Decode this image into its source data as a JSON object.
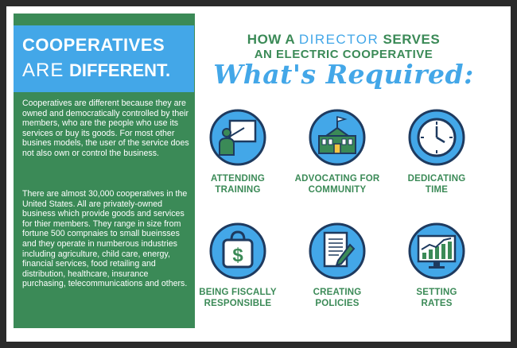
{
  "left": {
    "title_line1": "COOPERATIVES",
    "title_line2_thin": "ARE",
    "title_line2_bold": "DIFFERENT.",
    "paragraph1": "Cooperatives are different because they are owned and democratically controlled by their members, who are the people who use its services or buy its goods. For most other busines models, the user of the service does not also own or control the business.",
    "paragraph2": "There are almost 30,000 cooperatives in the United States. All are privately-owned business which provide goods and services for thier members. They range in size from fortune 500 compnaies to small bueinsses and they operate in numberous industries including agriculture, child care, energy, financial services, food retailing and distribution, healthcare, insurance purchasing, telecommunications and others."
  },
  "heading": {
    "line1_pre": "HOW A ",
    "line1_accent": "DIRECTOR",
    "line1_post": " SERVES",
    "line2": "AN ELECTRIC COOPERATIVE",
    "line3": "What's Required:"
  },
  "items": [
    {
      "icon": "teacher-board-icon",
      "line1": "ATTENDING",
      "line2": "TRAINING"
    },
    {
      "icon": "community-building-icon",
      "line1": "ADVOCATING FOR",
      "line2": "COMMUNITY"
    },
    {
      "icon": "clock-icon",
      "line1": "DEDICATING",
      "line2": "TIME"
    },
    {
      "icon": "money-bag-icon",
      "line1": "BEING FISCALLY",
      "line2": "RESPONSIBLE"
    },
    {
      "icon": "document-pencil-icon",
      "line1": "CREATING",
      "line2": "POLICIES"
    },
    {
      "icon": "rate-chart-icon",
      "line1": "SETTING",
      "line2": "RATES"
    }
  ],
  "colors": {
    "green": "#3b8a57",
    "blue": "#43a7e8",
    "navy": "#1e3a5f",
    "frame": "#2a2a2a"
  }
}
